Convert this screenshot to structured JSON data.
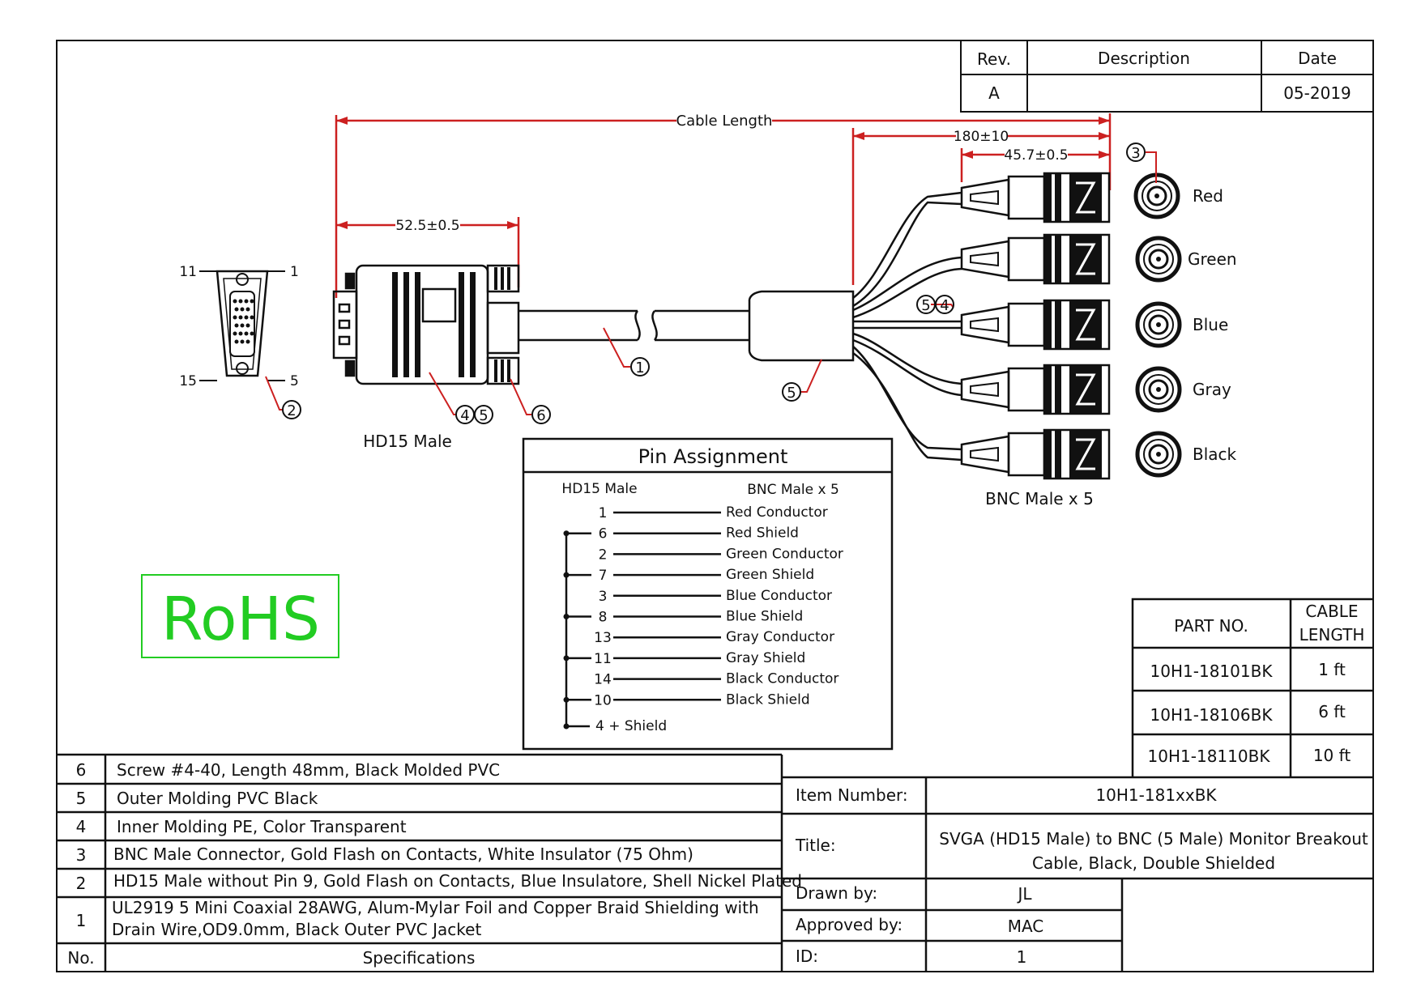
{
  "revision_block": {
    "headers": [
      "Rev.",
      "Description",
      "Date"
    ],
    "rev": "A",
    "description": "",
    "date": "05-2019"
  },
  "dimensions": {
    "cable_length": "Cable Length",
    "breakout_length": "180±10",
    "bnc_length": "45.7±0.5",
    "hd15_length": "52.5±0.5"
  },
  "hd15_face": {
    "pin_labels": [
      "11",
      "1",
      "15",
      "5"
    ],
    "caption": "HD15 Male"
  },
  "callouts": [
    "1",
    "2",
    "3",
    "4",
    "5",
    "4",
    "5",
    "5",
    "6"
  ],
  "bnc": {
    "colors": [
      "Red",
      "Green",
      "Blue",
      "Gray",
      "Black"
    ],
    "caption": "BNC Male  x 5"
  },
  "rohs": "RoHS",
  "pin_assignment": {
    "title": "Pin Assignment",
    "left_header": "HD15 Male",
    "right_header": "BNC Male x 5",
    "rows": [
      {
        "pin": "1",
        "signal": "Red Conductor",
        "shield": false
      },
      {
        "pin": "6",
        "signal": "Red Shield",
        "shield": true
      },
      {
        "pin": "2",
        "signal": "Green Conductor",
        "shield": false
      },
      {
        "pin": "7",
        "signal": "Green Shield",
        "shield": true
      },
      {
        "pin": "3",
        "signal": "Blue Conductor",
        "shield": false
      },
      {
        "pin": "8",
        "signal": "Blue Shield",
        "shield": true
      },
      {
        "pin": "13",
        "signal": "Gray Conductor",
        "shield": false
      },
      {
        "pin": "11",
        "signal": "Gray Shield",
        "shield": true
      },
      {
        "pin": "14",
        "signal": "Black Conductor",
        "shield": false
      },
      {
        "pin": "10",
        "signal": "Black Shield",
        "shield": true
      }
    ],
    "ground": "4 + Shield"
  },
  "part_table": {
    "headers": [
      "PART NO.",
      "CABLE",
      "LENGTH"
    ],
    "rows": [
      {
        "part": "10H1-18101BK",
        "length": "1 ft"
      },
      {
        "part": "10H1-18106BK",
        "length": "6 ft"
      },
      {
        "part": "10H1-18110BK",
        "length": "10 ft"
      }
    ]
  },
  "specifications": {
    "rows": [
      {
        "no": "6",
        "text": [
          "Screw #4-40, Length 48mm, Black Molded PVC"
        ]
      },
      {
        "no": "5",
        "text": [
          "Outer Molding PVC Black"
        ]
      },
      {
        "no": "4",
        "text": [
          "Inner Molding PE, Color Transparent"
        ]
      },
      {
        "no": "3",
        "text": [
          "BNC Male Connector, Gold Flash on Contacts, White Insulator (75 Ohm)"
        ]
      },
      {
        "no": "2",
        "text": [
          "HD15 Male without Pin 9, Gold Flash on Contacts, Blue Insulatore, Shell Nickel Plated"
        ]
      },
      {
        "no": "1",
        "text": [
          "UL2919 5 Mini Coaxial 28AWG, Alum-Mylar Foil and Copper Braid Shielding with",
          "Drain Wire,OD9.0mm, Black Outer PVC Jacket"
        ]
      }
    ],
    "footer_no": "No.",
    "footer_title": "Specifications"
  },
  "title_block": {
    "item_number_label": "Item Number:",
    "item_number": "10H1-181xxBK",
    "title_label": "Title:",
    "title_lines": [
      "SVGA (HD15 Male) to BNC (5 Male) Monitor Breakout",
      "Cable, Black, Double Shielded"
    ],
    "drawn_by_label": "Drawn by:",
    "drawn_by": "JL",
    "approved_by_label": "Approved by:",
    "approved_by": "MAC",
    "id_label": "ID:",
    "id": "1"
  },
  "colors": {
    "dimension_red": "#cc2020",
    "rohs_green": "#22cc22",
    "line": "#111111"
  }
}
